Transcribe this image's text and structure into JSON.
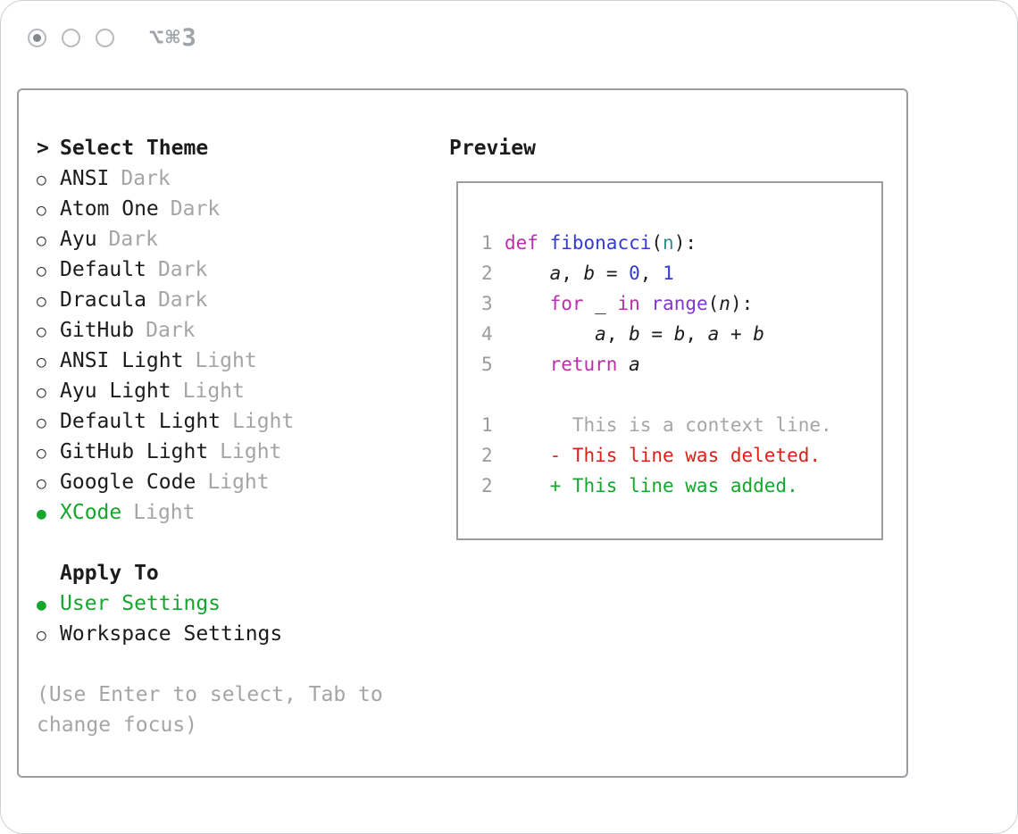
{
  "titlebar": {
    "shortcut": "⌥⌘3"
  },
  "palette": {
    "green": "#15a62e",
    "gray": "#a5a5a5",
    "dark": "#1c1c1e",
    "keyword": "#bb2fae",
    "blue": "#333bd3",
    "purple": "#8038d0",
    "teal": "#2f8d92",
    "red": "#d92318"
  },
  "theme_list": {
    "caret": ">",
    "title": "Select Theme",
    "items": [
      {
        "bullet": "○",
        "label": "ANSI",
        "variant": "Dark",
        "selected": false
      },
      {
        "bullet": "○",
        "label": "Atom One",
        "variant": "Dark",
        "selected": false
      },
      {
        "bullet": "○",
        "label": "Ayu",
        "variant": "Dark",
        "selected": false
      },
      {
        "bullet": "○",
        "label": "Default",
        "variant": "Dark",
        "selected": false
      },
      {
        "bullet": "○",
        "label": "Dracula",
        "variant": "Dark",
        "selected": false
      },
      {
        "bullet": "○",
        "label": "GitHub",
        "variant": "Dark",
        "selected": false
      },
      {
        "bullet": "○",
        "label": "ANSI Light",
        "variant": "Light",
        "selected": false
      },
      {
        "bullet": "○",
        "label": "Ayu Light",
        "variant": "Light",
        "selected": false
      },
      {
        "bullet": "○",
        "label": "Default Light",
        "variant": "Light",
        "selected": false
      },
      {
        "bullet": "○",
        "label": "GitHub Light",
        "variant": "Light",
        "selected": false
      },
      {
        "bullet": "○",
        "label": "Google Code",
        "variant": "Light",
        "selected": false
      },
      {
        "bullet": "●",
        "label": "XCode",
        "variant": "Light",
        "selected": true
      }
    ]
  },
  "apply_to": {
    "title": "Apply To",
    "options": [
      {
        "bullet": "●",
        "label": "User Settings",
        "selected": true
      },
      {
        "bullet": "○",
        "label": "Workspace Settings",
        "selected": false
      }
    ]
  },
  "hint": "(Use Enter to select, Tab to change focus)",
  "preview": {
    "title": "Preview",
    "lines": [
      {
        "num": "1",
        "tokens": [
          {
            "t": "def",
            "c": "keyword"
          },
          {
            "t": " "
          },
          {
            "t": "fibonacci",
            "c": "blue"
          },
          {
            "t": "("
          },
          {
            "t": "n",
            "c": "teal"
          },
          {
            "t": "):"
          }
        ]
      },
      {
        "num": "2",
        "tokens": [
          {
            "t": "    "
          },
          {
            "t": "a",
            "i": true
          },
          {
            "t": ", "
          },
          {
            "t": "b",
            "i": true
          },
          {
            "t": " = "
          },
          {
            "t": "0",
            "c": "blue"
          },
          {
            "t": ", "
          },
          {
            "t": "1",
            "c": "blue"
          }
        ]
      },
      {
        "num": "3",
        "tokens": [
          {
            "t": "    "
          },
          {
            "t": "for",
            "c": "keyword"
          },
          {
            "t": " _ "
          },
          {
            "t": "in",
            "c": "keyword"
          },
          {
            "t": " "
          },
          {
            "t": "range",
            "c": "purple"
          },
          {
            "t": "("
          },
          {
            "t": "n",
            "i": true
          },
          {
            "t": "):"
          }
        ]
      },
      {
        "num": "4",
        "tokens": [
          {
            "t": "        "
          },
          {
            "t": "a",
            "i": true
          },
          {
            "t": ", "
          },
          {
            "t": "b",
            "i": true
          },
          {
            "t": " = "
          },
          {
            "t": "b",
            "i": true
          },
          {
            "t": ", "
          },
          {
            "t": "a",
            "i": true
          },
          {
            "t": " + "
          },
          {
            "t": "b",
            "i": true
          }
        ]
      },
      {
        "num": "5",
        "tokens": [
          {
            "t": "    "
          },
          {
            "t": "return",
            "c": "keyword"
          },
          {
            "t": " "
          },
          {
            "t": "a",
            "i": true
          }
        ]
      },
      {
        "num": "",
        "tokens": []
      },
      {
        "num": "1",
        "tokens": [
          {
            "t": "      This is a context line.",
            "c": "gray"
          }
        ]
      },
      {
        "num": "2",
        "tokens": [
          {
            "t": "    - This line was deleted.",
            "c": "red"
          }
        ]
      },
      {
        "num": "2",
        "tokens": [
          {
            "t": "    + This line was added.",
            "c": "green"
          }
        ]
      }
    ]
  }
}
